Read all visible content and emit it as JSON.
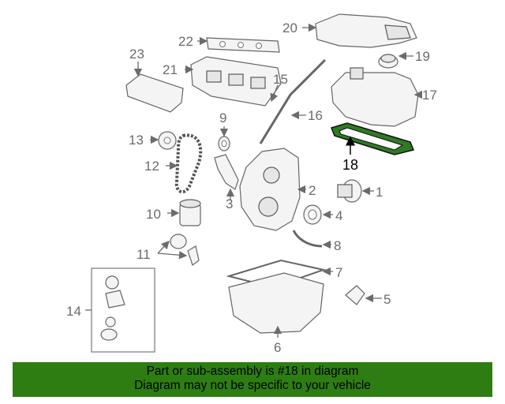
{
  "callouts": {
    "c1": "1",
    "c2": "2",
    "c3": "3",
    "c4": "4",
    "c5": "5",
    "c6": "6",
    "c7": "7",
    "c8": "8",
    "c9": "9",
    "c10": "10",
    "c11": "11",
    "c12": "12",
    "c13": "13",
    "c14": "14",
    "c15": "15",
    "c16": "16",
    "c17": "17",
    "c18": "18",
    "c19": "19",
    "c20": "20",
    "c21": "21",
    "c22": "22",
    "c23": "23"
  },
  "highlight_part": "18",
  "highlight_color": "#1f5f1a",
  "banner": {
    "line1": "Part or sub-assembly is #18 in diagram",
    "line2": "Diagram may not be specific to your vehicle",
    "background": "#2e7d12"
  }
}
